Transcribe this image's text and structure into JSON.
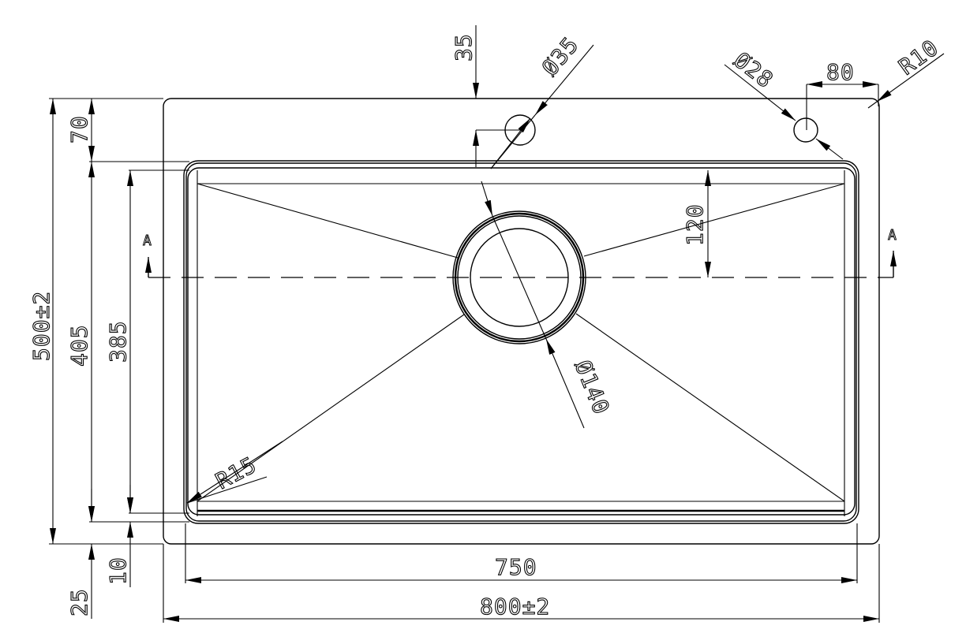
{
  "drawing": {
    "type": "sink-top-view-technical-drawing",
    "units": "mm",
    "section_marker": {
      "left_label": "A",
      "right_label": "A"
    },
    "dimensions": {
      "overall_width": "800±2",
      "bowl_width": "750",
      "overall_depth": "500±2",
      "bowl_outer_depth": "405",
      "bowl_inner_depth": "385",
      "rear_deck": "70",
      "front_deck": "25",
      "front_lip_offset": "10",
      "tap_hole_offset": "35",
      "tap_hole_diameter": "Ø35",
      "secondary_hole_diameter": "Ø28",
      "secondary_hole_offset": "80",
      "deck_corner_radius": "R10",
      "bowl_corner_radius": "R15",
      "drain_diameter": "Ø140",
      "drain_offset": "120"
    }
  }
}
